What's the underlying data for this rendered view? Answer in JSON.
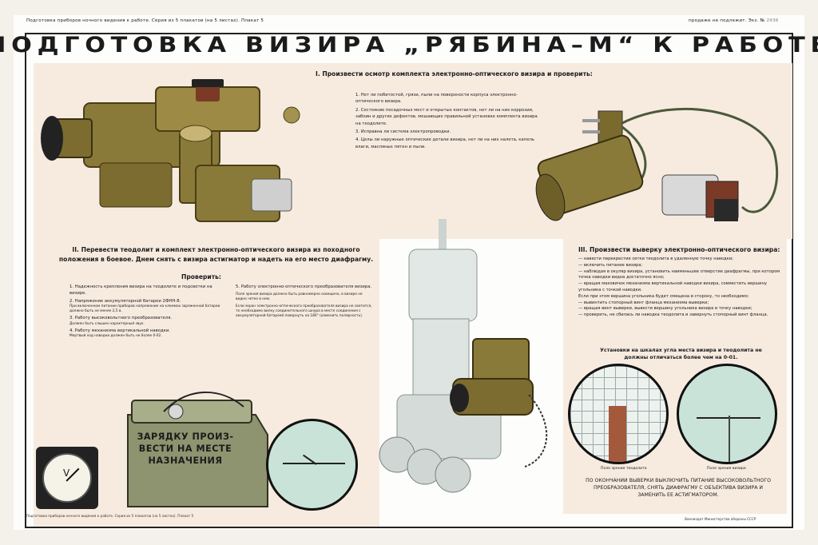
{
  "header": {
    "left_meta": "Подготовка приборов ночного видения к работе. Серия из 5 плакатов (на 5 листах). Плакат 5",
    "right_meta": "продаже не подлежит. Экз. №",
    "copy_number": "2936"
  },
  "title": "ПОДГОТОВКА ВИЗИРА „РЯБИНА–М“ К РАБОТЕ",
  "section1": {
    "heading": "I. Произвести осмотр комплекта электронно-оптического визира и проверить:",
    "items": [
      "1. Нет ли побитостей, грязи, пыли на поверхности корпуса электронно-оптического визира.",
      "2. Состояние посадочных мест и открытых контактов, нет ли на них коррозии, забоин и других дефектов, мешающих правильной установке комплекта визира на теодолите.",
      "3. Исправна ли система электропроводки.",
      "4. Целы ли наружные оптические детали визира, нет ли на них налета, капель влаги, масляных пятен и пыли."
    ]
  },
  "section2": {
    "heading": "II. Перевести теодолит и комплект электронно-оптического визира из походного положения в боевое. Днем снять с визира астигматор и надеть на его место диафрагму.",
    "check_heading": "Проверить:",
    "left_items": [
      {
        "text": "1. Надежность крепления визира на теодолите и подсветки на визире.",
        "note": ""
      },
      {
        "text": "2. Напряжение аккумуляторной батареи 2ФНН-8.",
        "note": "При включенном питании приборов напряжение на клеммах заряженной батареи должно быть не менее 2,5 в."
      },
      {
        "text": "3. Работу высоковольтного преобразователя.",
        "note": "Должен быть слышен характерный звук."
      },
      {
        "text": "4. Работу механизма вертикальной наводки.",
        "note": "Мертвый ход наводки должен быть не более 0-02."
      }
    ],
    "right_item": {
      "text": "5. Работу электронно-оптического преобразователя визира.",
      "notes": [
        "Поле зрения визира должно быть равномерно освещено, в визире не видно четко в нем.",
        "Если экран электронно-оптического преобразователя визира не светится, то необходимо вилку соединительного шнура в месте соединения с аккумуляторной батареей повернуть на 180° (изменить полярность)."
      ]
    },
    "battery_label": "ЗАРЯДКУ ПРОИЗ-ВЕСТИ НА МЕСТЕ НАЗНАЧЕНИЯ",
    "voltmeter_symbol": "V"
  },
  "section3": {
    "heading": "III. Произвести выверку электронно-оптического визира:",
    "items": [
      "— навести перекрестие сетки теодолита в удаленную точку наводки;",
      "— включить питание визира;",
      "— наблюдая в окуляр визира, установить наименьшее отверстие диафрагмы, при котором точка наводки видна достаточно ясно;",
      "— вращая маховичок механизма вертикальной наводки визира, совместить вершину угольника с точкой наводки.",
      "Если при этом вершина угольника будет смещена в сторону, то необходимо:",
      "— вывинтить стопорный винт фланца механизма выверки;",
      "— вращая винт выверки, вывести вершину угольника визира в точку наводки;",
      "— проверить, не сбилась ли наводка теодолита и завернуть стопорный винт фланца."
    ],
    "scale_note": "Установки на шкалах угла места визира и теодолита не должны отличаться более чем на 0-01.",
    "caption_left": "Поле зрения теодолита",
    "caption_right": "Поле зрения визира",
    "final_note": "ПО ОКОНЧАНИИ ВЫВЕРКИ ВЫКЛЮЧИТЬ ПИТАНИЕ ВЫСОКОВОЛЬТНОГО ПРЕОБРАЗОВАТЕЛЯ, СНЯТЬ ДИАФРАГМУ С ОБЪЕКТИВА ВИЗИРА И ЗАМЕНИТЬ ЕЕ АСТИГМАТОРОМ."
  },
  "footer": {
    "left": "Подготовка приборов ночного видения к работе. Серия из 5 плакатов (на 5 листах). Плакат 5",
    "right": "Воениздат Министерства обороны СССР"
  },
  "colors": {
    "paper": "#fdfdfb",
    "panel": "#f7ebe0",
    "olive_metal": "#8a7a3a",
    "brown_metal": "#7a3a26",
    "reticle_green": "#c9e3d8",
    "battery_green": "#8e9370"
  }
}
